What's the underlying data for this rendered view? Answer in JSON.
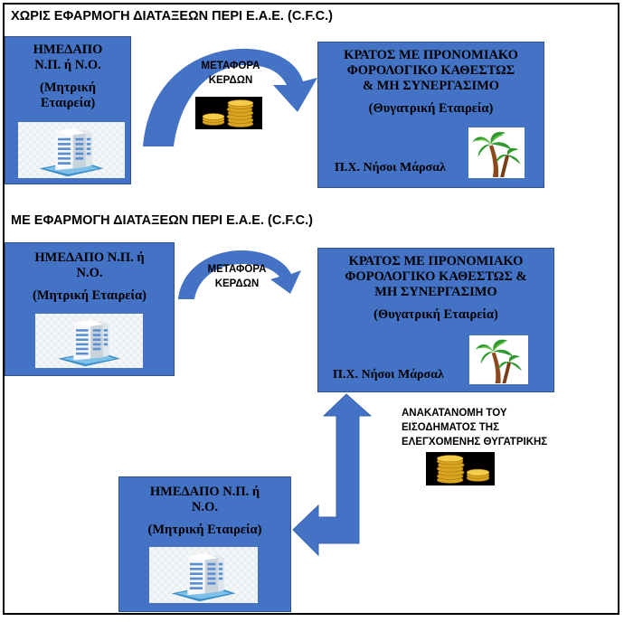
{
  "section_without": {
    "heading": "ΧΩΡΙΣ ΕΦΑΡΜΟΓΗ ΔΙΑΤΑΞΕΩΝ ΠΕΡΙ Ε.Α.Ε. (C.F.C.)",
    "parent_box": {
      "line1": "ΗΜΕΔΑΠΟ",
      "line2": "Ν.Π. ή Ν.Ο.",
      "sub1": "(Μητρική",
      "sub2": "Εταιρεία)",
      "icon": "office-building-icon"
    },
    "arrow_label": {
      "line1": "ΜΕΤΑΦΟΡΑ",
      "line2": "ΚΕΡΔΩΝ"
    },
    "coins_icon": "gold-coins-icon",
    "subsidiary_box": {
      "line1": "ΚΡΑΤΟΣ ΜΕ ΠΡΟΝΟΜΙΑΚΟ",
      "line2": "ΦΟΡΟΛΟΓΙΚΟ ΚΑΘΕΣΤΩΣ",
      "line3": "& ΜΗ ΣΥΝΕΡΓΑΣΙΜΟ",
      "sub": "(Θυγατρική Εταιρεία)",
      "example": "Π.Χ. Νήσοι Μάρσαλ",
      "icon": "palm-trees-icon"
    }
  },
  "section_with": {
    "heading": "ΜΕ ΕΦΑΡΜΟΓΗ ΔΙΑΤΑΞΕΩΝ ΠΕΡΙ Ε.Α.Ε. (C.F.C.)",
    "parent_box": {
      "line1": "ΗΜΕΔΑΠΟ Ν.Π. ή",
      "line2": "Ν.Ο.",
      "sub": "(Μητρική Εταιρεία)",
      "icon": "office-building-icon"
    },
    "arrow_label": {
      "line1": "ΜΕΤΑΦΟΡΑ",
      "line2": "ΚΕΡΔΩΝ"
    },
    "subsidiary_box": {
      "line1": "ΚΡΑΤΟΣ ΜΕ ΠΡΟΝΟΜΙΑΚΟ",
      "line2": "ΦΟΡΟΛΟΓΙΚΟ ΚΑΘΕΣΤΩΣ &",
      "line3": "ΜΗ ΣΥΝΕΡΓΑΣΙΜΟ",
      "sub": "(Θυγατρική Εταιρεία)",
      "example": "Π.Χ. Νήσοι Μάρσαλ",
      "icon": "palm-trees-icon"
    },
    "redistribution_label": {
      "line1": "ΑΝΑΚΑΤΑΝΟΜΗ ΤΟΥ",
      "line2": "ΕΙΣΟΔΗΜΑΤΟΣ ΤΗΣ",
      "line3": "ΕΛΕΓΧΟΜΕΝΗΣ ΘΥΓΑΤΡΙΚΗΣ"
    },
    "coins_icon": "gold-coins-icon",
    "parent_box_bottom": {
      "line1": "ΗΜΕΔΑΠΟ Ν.Π. ή",
      "line2": "Ν.Ο.",
      "sub": "(Μητρική Εταιρεία)",
      "icon": "office-building-icon"
    }
  },
  "colors": {
    "box_fill": "#4472c4",
    "box_border": "#2f528f",
    "arrow_fill": "#4472c4",
    "text": "#000000"
  }
}
